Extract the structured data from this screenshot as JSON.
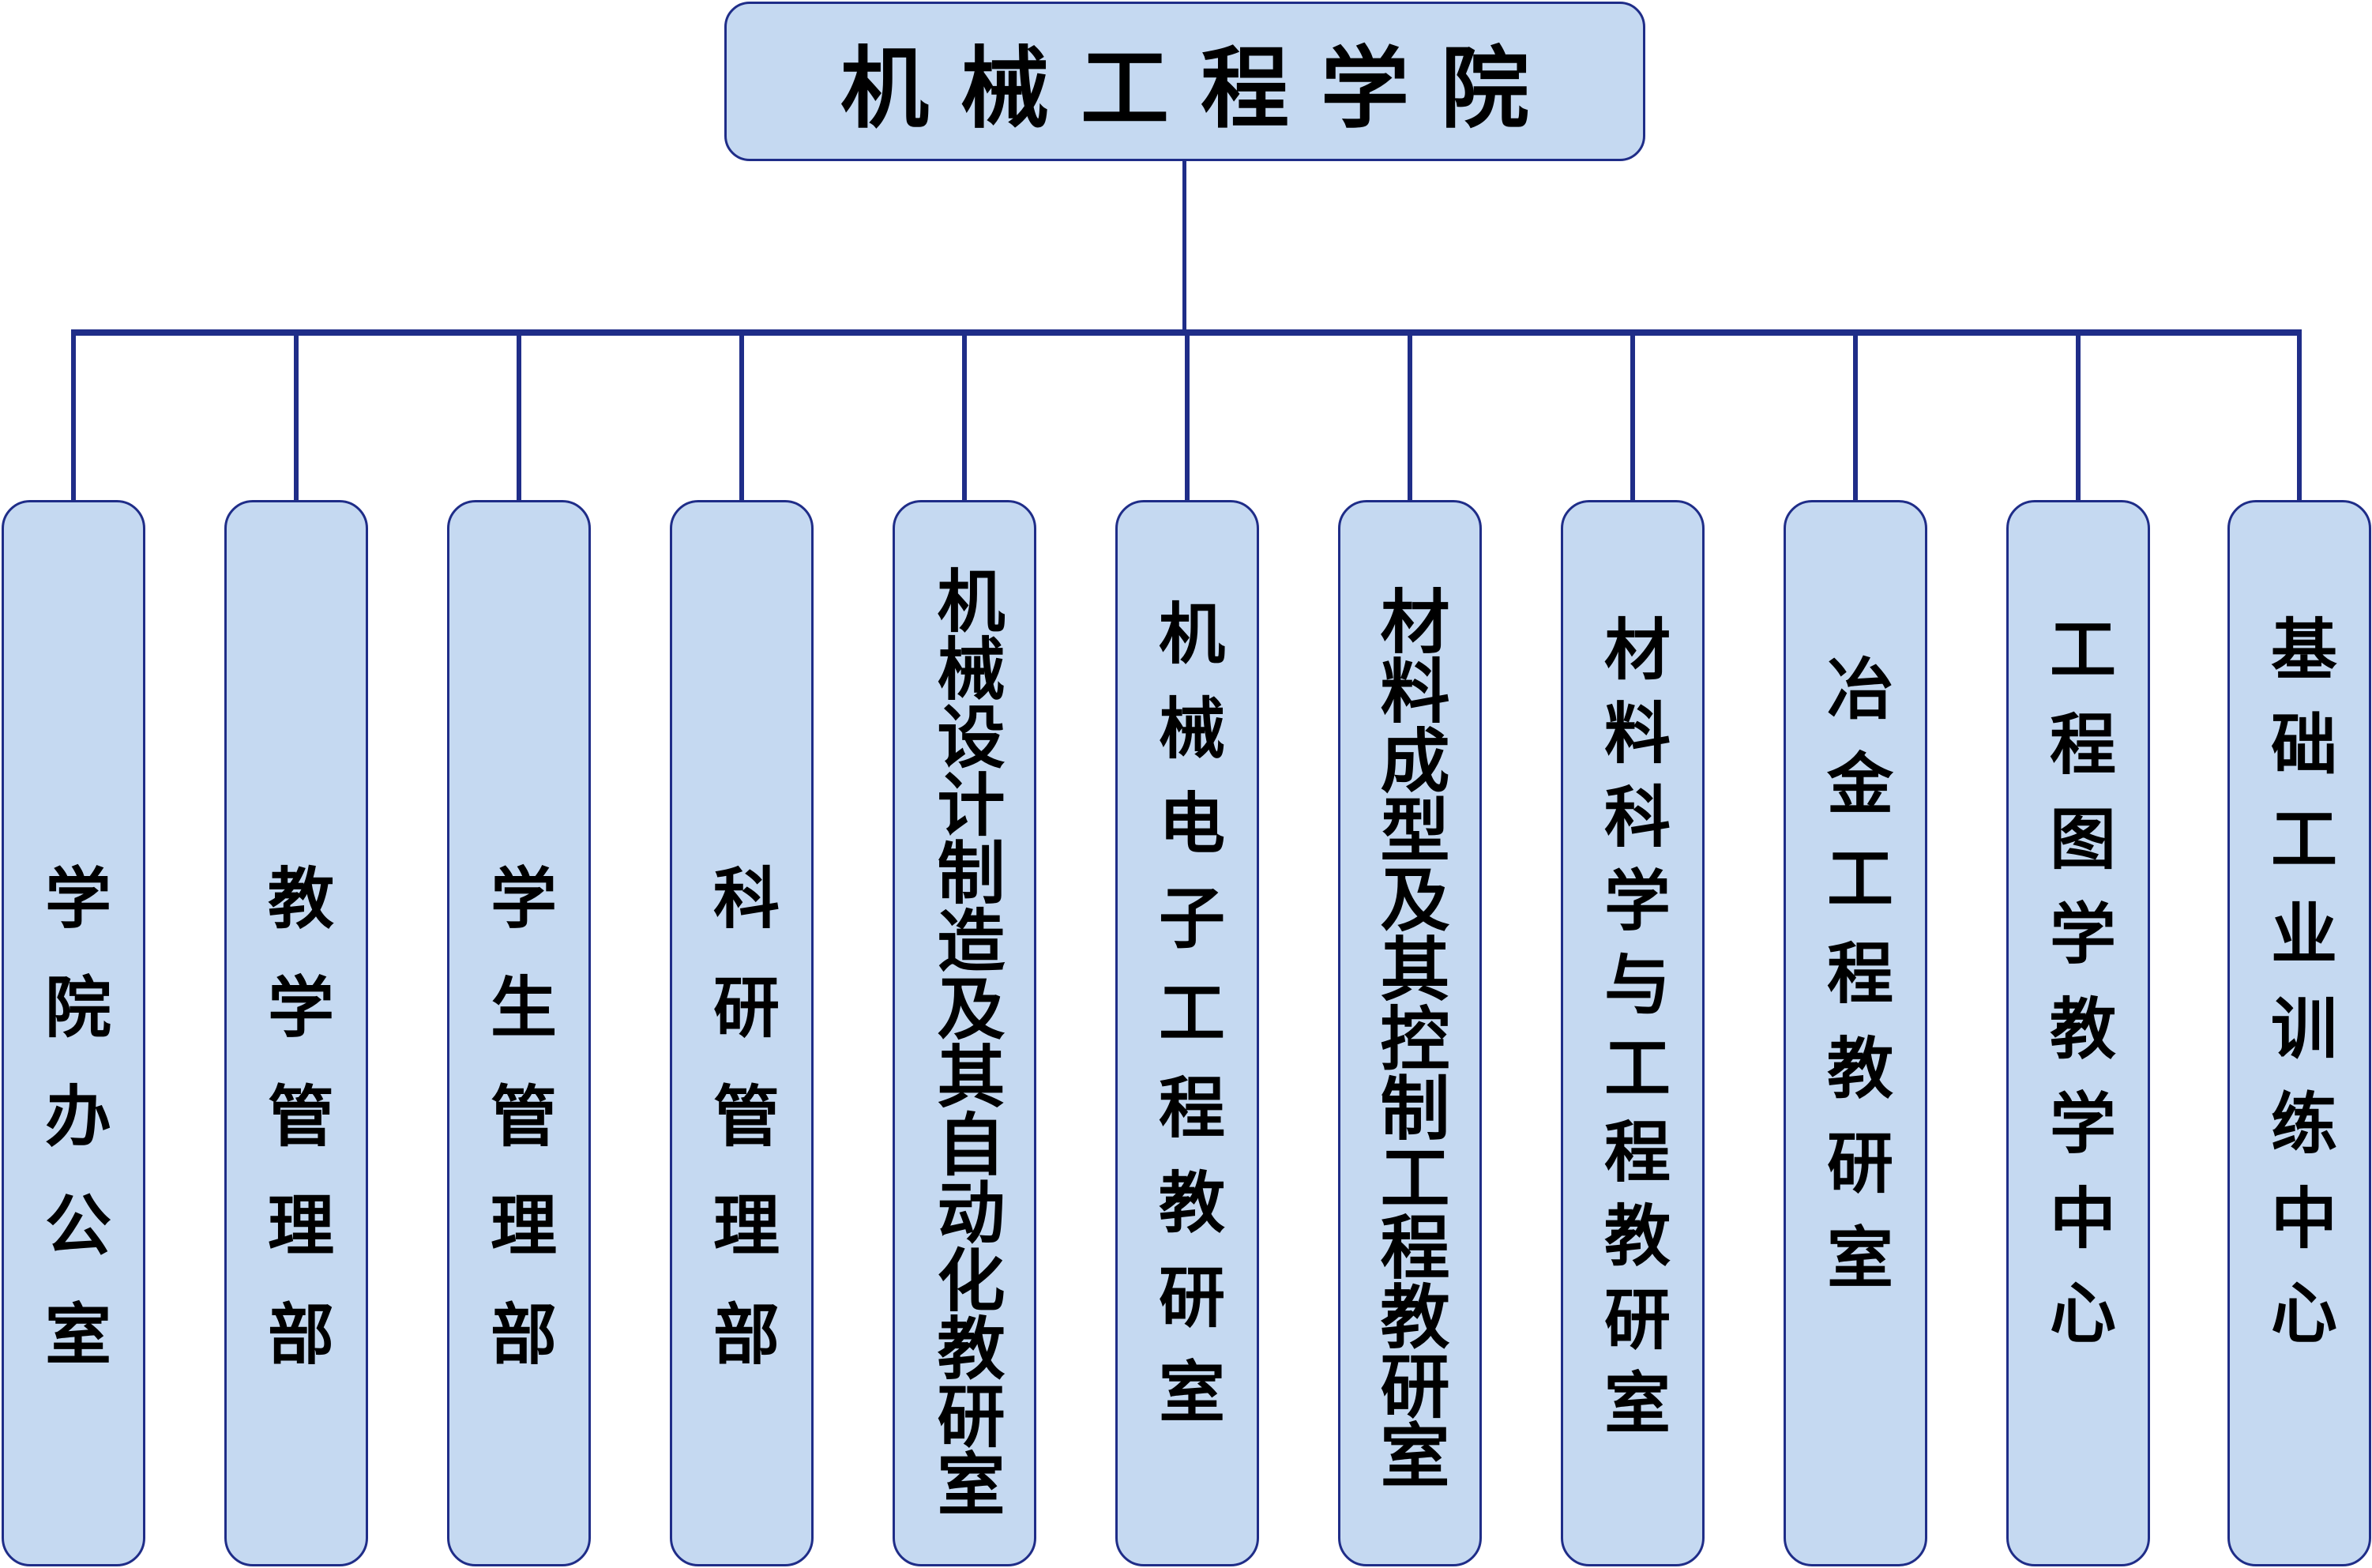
{
  "diagram": {
    "type": "org-chart",
    "colors": {
      "box_fill": "#C5D9F1",
      "border_and_lines": "#1F2D88",
      "text": "#000000"
    },
    "root": {
      "label": "机械工程学院"
    },
    "children": [
      {
        "label": "学院办公室"
      },
      {
        "label": "教学管理部"
      },
      {
        "label": "学生管理部"
      },
      {
        "label": "科研管理部"
      },
      {
        "label": "机械设计制造及其自动化教研室"
      },
      {
        "label": "机械电子工程教研室"
      },
      {
        "label": "材料成型及其控制工程教研室"
      },
      {
        "label": "材料科学与工程教研室"
      },
      {
        "label": "冶金工程教研室"
      },
      {
        "label": "工程图学教学中心"
      },
      {
        "label": "基础工业训练中心"
      }
    ]
  }
}
